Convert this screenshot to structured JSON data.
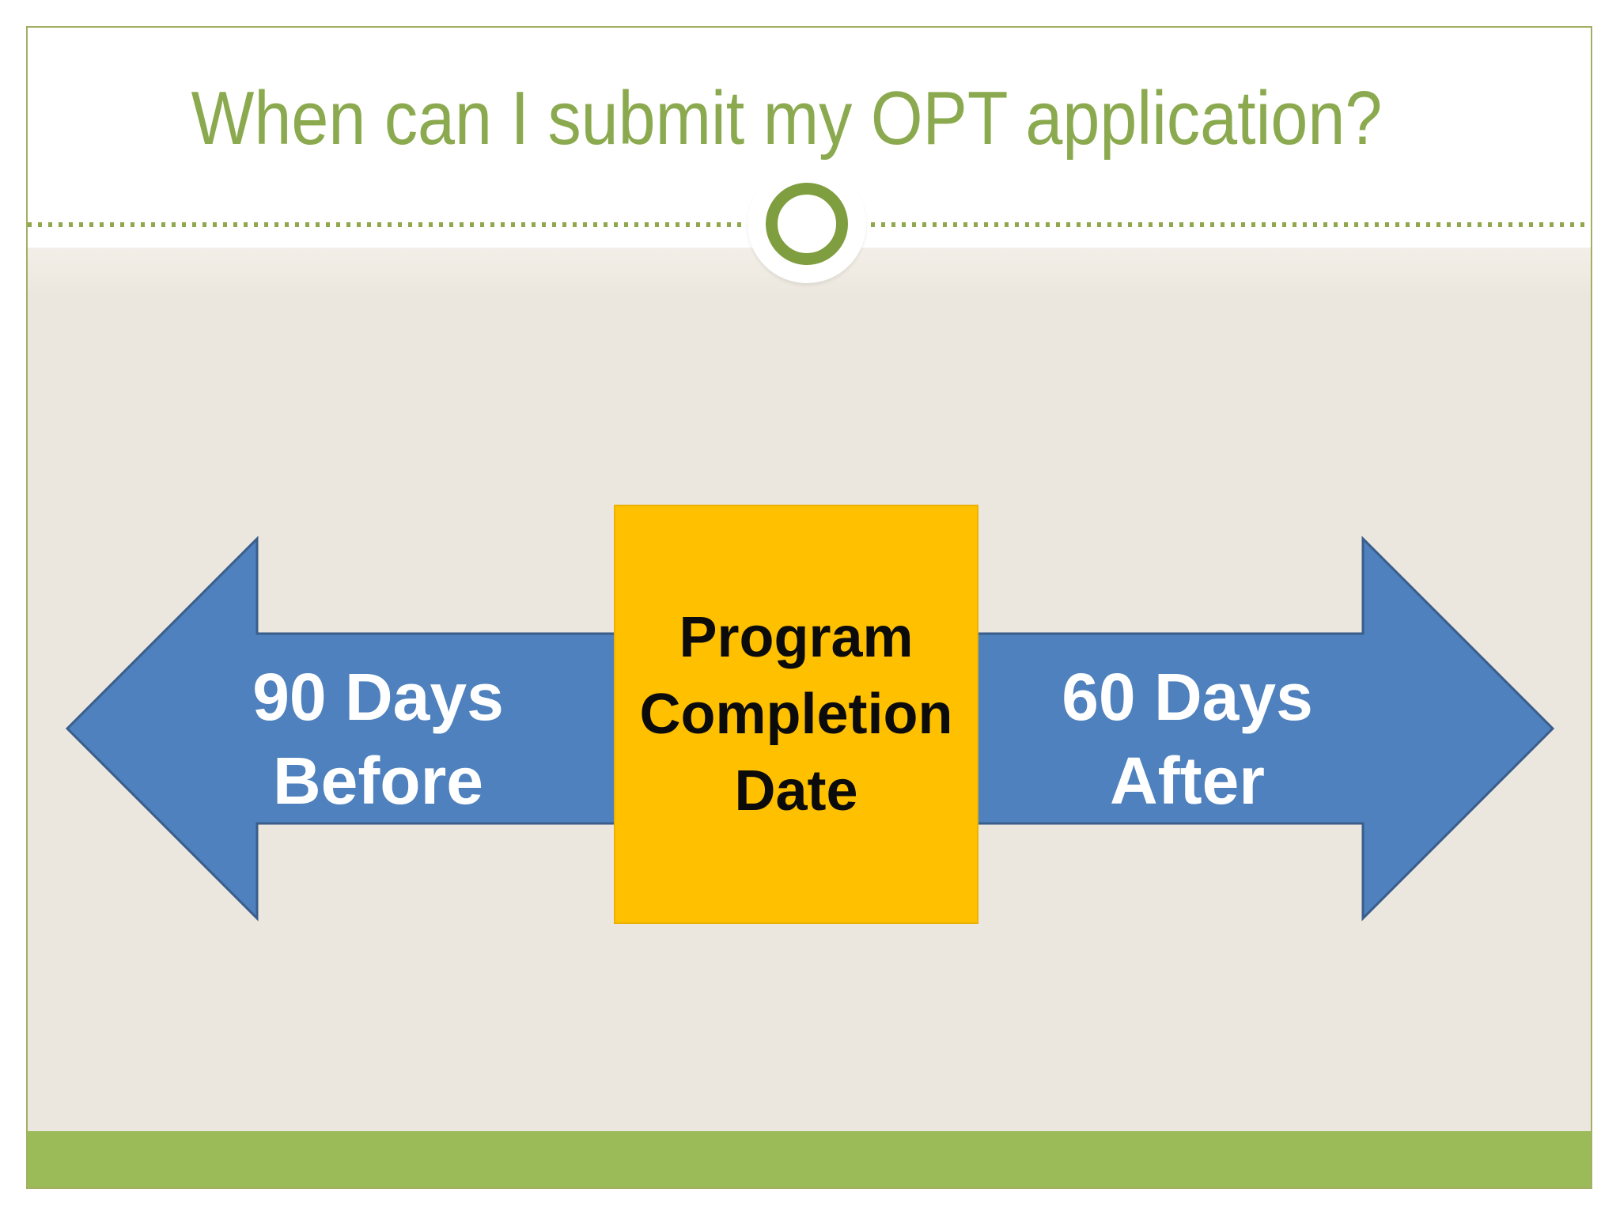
{
  "slide": {
    "title": "When can I submit my OPT application?",
    "diagram": {
      "left_arrow": {
        "direction": "left",
        "lines": [
          "90 Days",
          "Before"
        ]
      },
      "center_box": {
        "lines": [
          "Program",
          "Completion",
          "Date"
        ]
      },
      "right_arrow": {
        "direction": "right",
        "lines": [
          "60 Days",
          "After"
        ]
      }
    },
    "colors": {
      "title_green": "#8BAA4F",
      "dotted_green": "#8FA74D",
      "ring_green": "#7F9E3F",
      "accent_green": "#9BBB59",
      "border_olive": "#A3AF63",
      "arrow_blue": "#4E81BD",
      "arrow_blue_border": "#3A5E8C",
      "box_yellow": "#FFC000",
      "box_yellow_border": "#EDB200",
      "background_beige": "#ECE7DE",
      "background_beige_light": "#F3EFE8",
      "background_page": "#FFFFFF"
    }
  }
}
